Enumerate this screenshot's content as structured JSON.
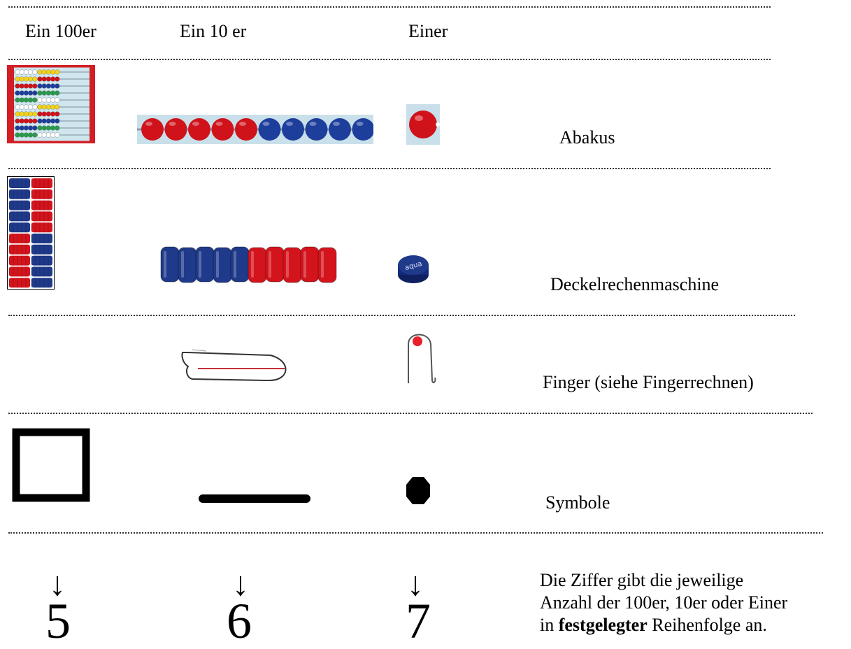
{
  "header": {
    "col_hundreds": "Ein 100er",
    "col_tens": "Ein 10 er",
    "col_ones": "Einer"
  },
  "rows": {
    "abacus": "Abakus",
    "lids": "Deckelrechenmaschine",
    "finger": "Finger (siehe Fingerrechnen)",
    "symbols": "Symbole"
  },
  "bottom": {
    "arrow": "↓",
    "digits": [
      "5",
      "6",
      "7"
    ],
    "note_line1": "Die Ziffer gibt die jeweilige",
    "note_line2": "Anzahl der 100er, 10er oder Einer",
    "note_line3_pre": "in ",
    "note_line3_bold": "festgelegter",
    "note_line3_post": " Reihenfolge an."
  },
  "lid_label": "aqua",
  "colors": {
    "bead_red": "#d0121b",
    "bead_blue": "#1e3e9c",
    "lid_blue": "#1f3a8a",
    "lid_red": "#d4141d",
    "frame_red": "#d11f25",
    "symbol_black": "#000000"
  }
}
